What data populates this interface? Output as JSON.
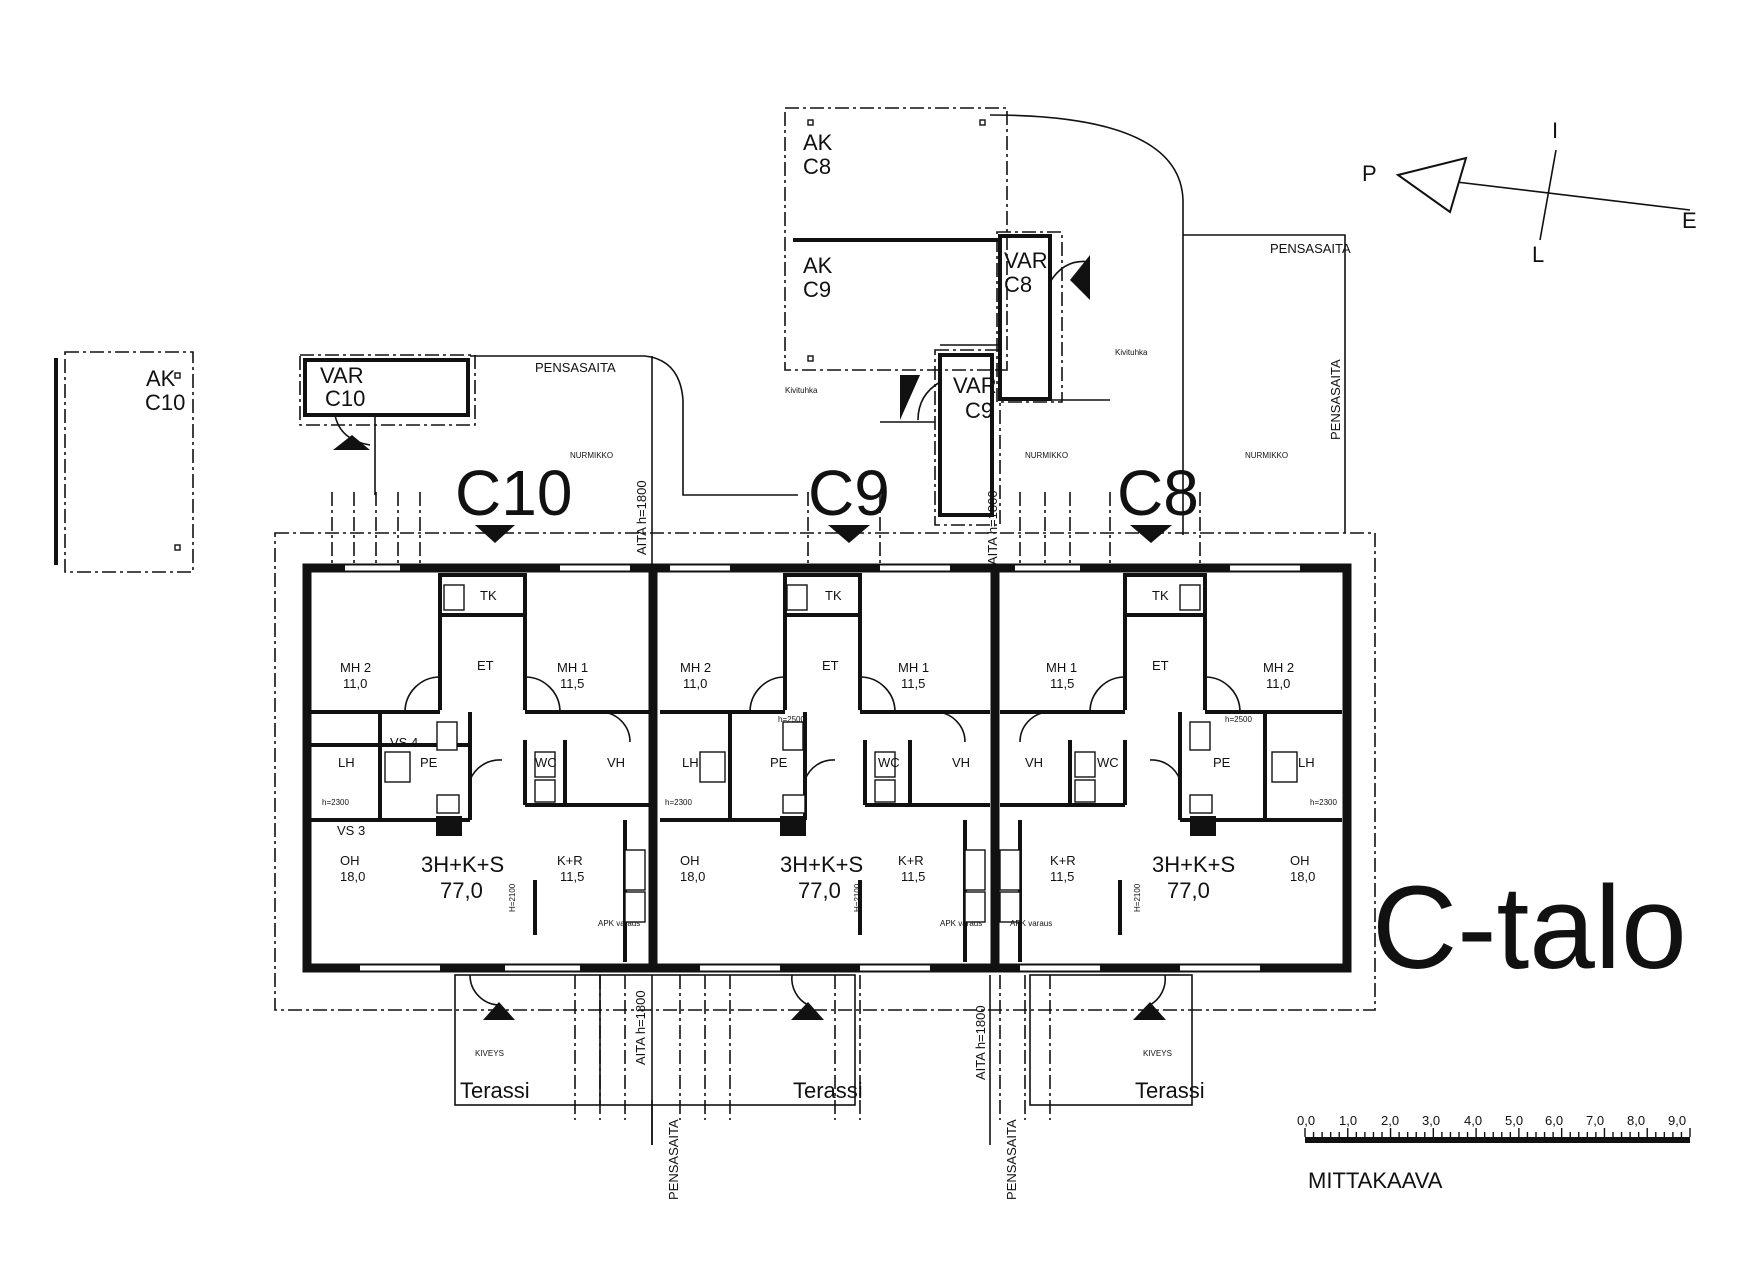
{
  "title": "C-talo",
  "scale": {
    "label": "MITTAKAAVA",
    "ticks": [
      "0,0",
      "1,0",
      "2,0",
      "3,0",
      "4,0",
      "5,0",
      "6,0",
      "7,0",
      "8,0",
      "9,0"
    ]
  },
  "compass": {
    "north": "P",
    "east": "I",
    "south": "E",
    "west": "L"
  },
  "units": [
    {
      "id": "C10",
      "rooms": [
        {
          "name": "TK"
        },
        {
          "name": "ET"
        },
        {
          "name": "MH 2",
          "area": "11,0"
        },
        {
          "name": "MH 1",
          "area": "11,5"
        },
        {
          "name": "PE"
        },
        {
          "name": "WC"
        },
        {
          "name": "VH"
        },
        {
          "name": "LH"
        },
        {
          "name": "OH",
          "area": "18,0"
        },
        {
          "name": "K+R",
          "area": "11,5"
        }
      ],
      "type": "3H+K+S",
      "total_area": "77,0",
      "extras": [
        "VS 4",
        "VS 3",
        "h=2300",
        "H=2100",
        "APK varaus"
      ]
    },
    {
      "id": "C9",
      "rooms": [
        {
          "name": "TK"
        },
        {
          "name": "ET"
        },
        {
          "name": "MH 2",
          "area": "11,0"
        },
        {
          "name": "MH 1",
          "area": "11,5"
        },
        {
          "name": "PE"
        },
        {
          "name": "WC"
        },
        {
          "name": "VH"
        },
        {
          "name": "LH"
        },
        {
          "name": "OH",
          "area": "18,0"
        },
        {
          "name": "K+R",
          "area": "11,5"
        }
      ],
      "type": "3H+K+S",
      "total_area": "77,0",
      "extras": [
        "h=2300",
        "H=2100",
        "APK varaus",
        "h=2500"
      ]
    },
    {
      "id": "C8",
      "rooms": [
        {
          "name": "TK"
        },
        {
          "name": "ET"
        },
        {
          "name": "MH 1",
          "area": "11,5"
        },
        {
          "name": "MH 2",
          "area": "11,0"
        },
        {
          "name": "PE"
        },
        {
          "name": "WC"
        },
        {
          "name": "VH"
        },
        {
          "name": "LH"
        },
        {
          "name": "OH",
          "area": "18,0"
        },
        {
          "name": "K+R",
          "area": "11,5"
        }
      ],
      "type": "3H+K+S",
      "total_area": "77,0",
      "extras": [
        "h=2500",
        "H=2100",
        "APK varaus",
        "h=2300"
      ]
    }
  ],
  "outbuildings": {
    "ak_c10": [
      "AK",
      "C10"
    ],
    "ak_c8": [
      "AK",
      "C8"
    ],
    "ak_c9": [
      "AK",
      "C9"
    ],
    "var_c10": [
      "VAR",
      "C10"
    ],
    "var_c9": [
      "VAR",
      "C9"
    ],
    "var_c8": [
      "VAR",
      "C8"
    ]
  },
  "site": {
    "hedge": "PENSASAITA",
    "fence": "AITA h=1800",
    "lawn": "NURMIKKO",
    "gravel": "Kivituhka",
    "paving": "KIVEYS",
    "terrace": "Terassi"
  }
}
